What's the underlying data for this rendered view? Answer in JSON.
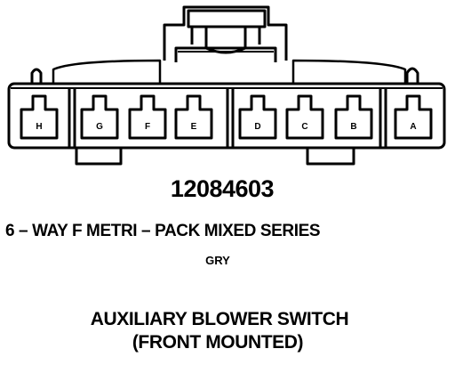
{
  "connector": {
    "part_number": "12084603",
    "series": "6 – WAY F METRI – PACK MIXED SERIES",
    "color": "GRY",
    "title_line1": "AUXILIARY BLOWER SWITCH",
    "title_line2": "(FRONT MOUNTED)",
    "pins": [
      "H",
      "G",
      "F",
      "E",
      "D",
      "C",
      "B",
      "A"
    ]
  }
}
